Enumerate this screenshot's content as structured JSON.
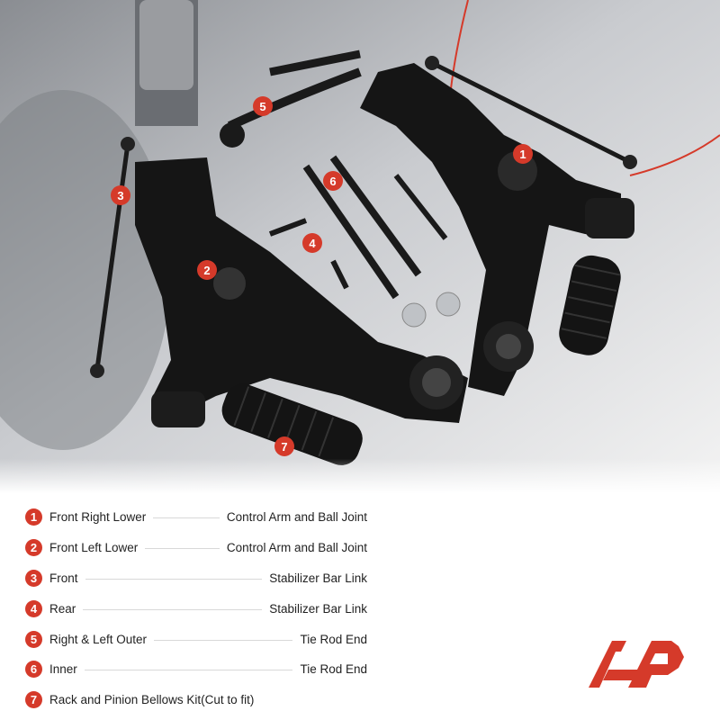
{
  "legend": [
    {
      "num": "1",
      "left": "Front Right Lower",
      "right": "Control Arm and Ball Joint"
    },
    {
      "num": "2",
      "left": "Front Left Lower",
      "right": "Control Arm and Ball Joint"
    },
    {
      "num": "3",
      "left": "Front",
      "right": "Stabilizer Bar Link"
    },
    {
      "num": "4",
      "left": "Rear",
      "right": "Stabilizer Bar Link"
    },
    {
      "num": "5",
      "left": "Right & Left Outer",
      "right": "Tie Rod End"
    },
    {
      "num": "6",
      "left": "Inner",
      "right": "Tie Rod End"
    },
    {
      "num": "7",
      "left": "Rack and Pinion Bellows Kit(Cut to fit)",
      "right": ""
    }
  ],
  "callouts": [
    "1",
    "2",
    "3",
    "4",
    "5",
    "6",
    "7"
  ],
  "colors": {
    "accent": "#d53a2a",
    "part": "#151515"
  }
}
